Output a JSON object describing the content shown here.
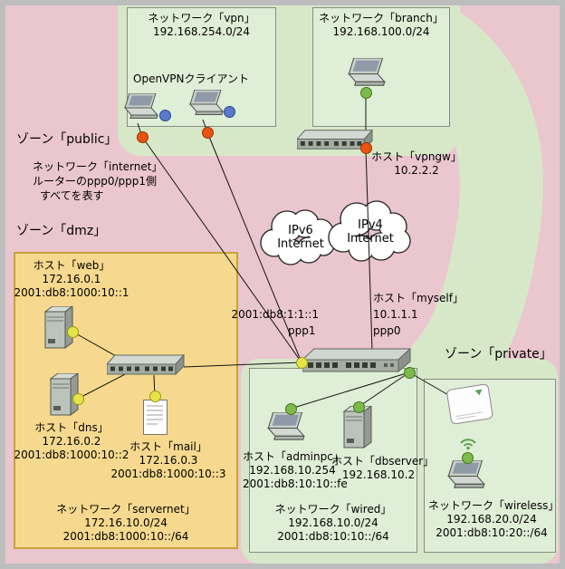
{
  "zones": {
    "public_label": "ゾーン「public」",
    "dmz_label": "ゾーン「dmz」",
    "private_label": "ゾーン「private」"
  },
  "clouds": {
    "ipv6": {
      "name": "IPv6",
      "word": "Internet"
    },
    "ipv4": {
      "name": "IPv4",
      "word": "Internet"
    }
  },
  "vpn_box": {
    "name": "ネットワーク「vpn」",
    "cidr": "192.168.254.0/24",
    "client": "OpenVPNクライアント"
  },
  "branch_box": {
    "name": "ネットワーク「branch」",
    "cidr": "192.168.100.0/24"
  },
  "internet_note": {
    "l1": "ネットワーク「internet」",
    "l2": "ルーターのppp0/ppp1側",
    "l3": "すべてを表す"
  },
  "vpngw": {
    "name": "ホスト「vpngw」",
    "ip": "10.2.2.2"
  },
  "router": {
    "ip6": "2001:db8:1:1::1",
    "ppp1": "ppp1",
    "name": "ホスト「myself」",
    "ip4": "10.1.1.1",
    "ppp0": "ppp0"
  },
  "dmz": {
    "web": {
      "name": "ホスト「web」",
      "ip4": "172.16.0.1",
      "ip6": "2001:db8:1000:10::1"
    },
    "dns": {
      "name": "ホスト「dns」",
      "ip4": "172.16.0.2",
      "ip6": "2001:db8:1000:10::2"
    },
    "mail": {
      "name": "ホスト「mail」",
      "ip4": "172.16.0.3",
      "ip6": "2001:db8:1000:10::3"
    },
    "net": {
      "name": "ネットワーク「servernet」",
      "cidr4": "172.16.10.0/24",
      "cidr6": "2001:db8:1000:10::/64"
    }
  },
  "private": {
    "adminpc": {
      "name": "ホスト「adminpc」",
      "ip4": "192.168.10.254",
      "ip6": "2001:db8:10:10::fe"
    },
    "dbserver": {
      "name": "ホスト「dbserver」",
      "ip4": "192.168.10.2"
    },
    "wired_net": {
      "name": "ネットワーク「wired」",
      "cidr4": "192.168.10.0/24",
      "cidr6": "2001:db8:10:10::/64"
    },
    "wireless_net": {
      "name": "ネットワーク「wireless」",
      "cidr4": "192.168.20.0/24",
      "cidr6": "2001:db8:10:20::/64"
    }
  },
  "icons": {
    "laptop": "laptop-icon",
    "server": "server-icon",
    "switch": "switch-icon",
    "router": "router-icon",
    "document": "document-icon",
    "access_point": "access-point-icon",
    "wifi": "wifi-icon"
  },
  "colors": {
    "background": "#eac6ce",
    "band": "#d7e8c9",
    "zone_box_green": "#dfeed6",
    "dmz_box": "#f6d98e",
    "dmz_border": "#c8a23a",
    "dot_orange": "#e8540f",
    "dot_green": "#7cba4a",
    "dot_yellow": "#e6e34a",
    "dot_blue": "#5b79c9"
  }
}
